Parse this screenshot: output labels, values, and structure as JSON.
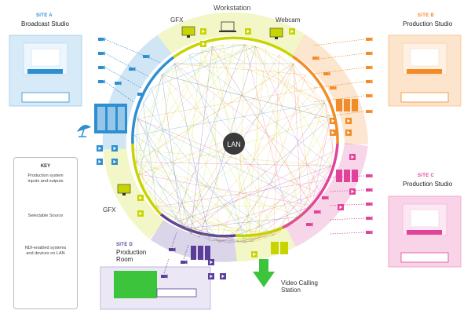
{
  "title": "Workstation",
  "center_label": "LAN",
  "labels": {
    "gfx_top": "GFX",
    "webcam": "Webcam",
    "gfx_left": "GFX",
    "video_calling": "Video Calling\nStation"
  },
  "sites": {
    "a": {
      "tag": "SITE A",
      "name": "Broadcast Studio"
    },
    "b": {
      "tag": "SITE B",
      "name": "Production Studio"
    },
    "c": {
      "tag": "SITE C",
      "name": "Production Studio"
    },
    "d": {
      "tag": "SITE D",
      "name": "Production\nRoom"
    }
  },
  "key": {
    "title": "KEY",
    "item1": "Production system\ninputs and outputs",
    "item2": "Selectable Source",
    "item3": "NDI-enabled systems\nand devices on LAN"
  },
  "colors": {
    "site_a": "#2e8fd0",
    "site_b": "#f28c28",
    "site_c": "#e0449a",
    "site_d": "#5a3e9a",
    "workstation": "#c8d400",
    "gfx": "#c8d400",
    "lan": "#3a3a3a"
  }
}
